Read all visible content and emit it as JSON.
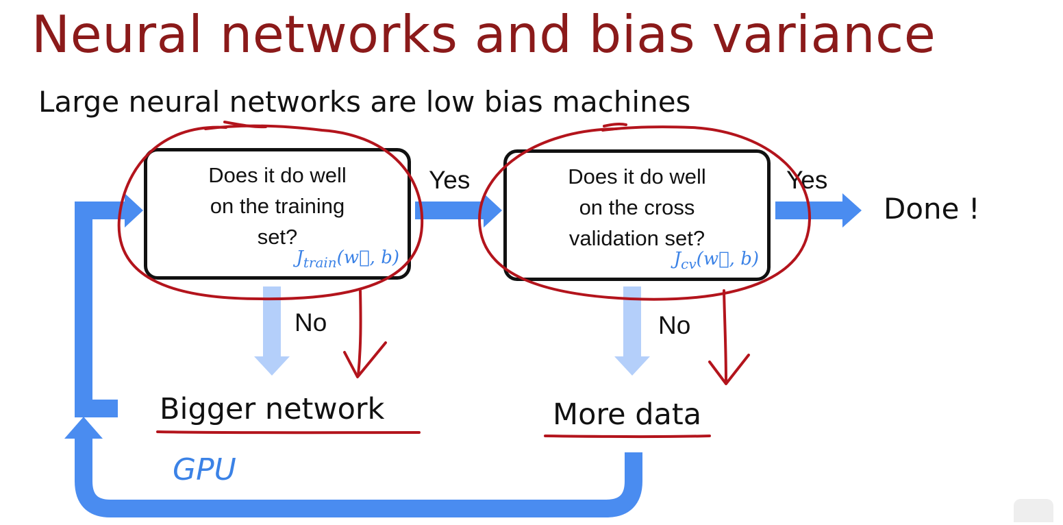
{
  "slide": {
    "title": "Neural networks and bias variance",
    "subtitle": "Large neural networks are low bias machines"
  },
  "flow": {
    "box1": {
      "question": "Does it do well\non the training\nset?",
      "formula_base": "J",
      "formula_sub": "train",
      "formula_args": "(w⃗, b)"
    },
    "box2": {
      "question": "Does it do well\non the cross\nvalidation set?",
      "formula_base": "J",
      "formula_sub": "cv",
      "formula_args": "(w⃗, b)"
    },
    "yes_label_1": "Yes",
    "yes_label_2": "Yes",
    "no_label_1": "No",
    "no_label_2": "No",
    "done": "Done !",
    "bigger_network": "Bigger network",
    "more_data": "More data"
  },
  "annotations": {
    "gpu_note": "GPU"
  },
  "colors": {
    "title": "#8b1a1a",
    "arrow_blue": "#4a8cf0",
    "arrow_light": "#b4cffa",
    "ink_red": "#b3141c"
  }
}
